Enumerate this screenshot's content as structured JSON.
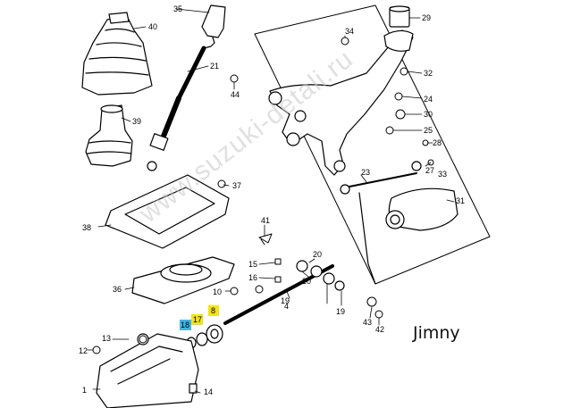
{
  "diagram": {
    "parts": [
      {
        "ref": "1"
      },
      {
        "ref": "4"
      },
      {
        "ref": "8"
      },
      {
        "ref": "10"
      },
      {
        "ref": "12"
      },
      {
        "ref": "13"
      },
      {
        "ref": "14"
      },
      {
        "ref": "15"
      },
      {
        "ref": "16"
      },
      {
        "ref": "17"
      },
      {
        "ref": "18"
      },
      {
        "ref": "19"
      },
      {
        "ref": "20"
      },
      {
        "ref": "21"
      },
      {
        "ref": "23"
      },
      {
        "ref": "24"
      },
      {
        "ref": "25"
      },
      {
        "ref": "27"
      },
      {
        "ref": "28"
      },
      {
        "ref": "29"
      },
      {
        "ref": "30"
      },
      {
        "ref": "31"
      },
      {
        "ref": "32"
      },
      {
        "ref": "33"
      },
      {
        "ref": "34"
      },
      {
        "ref": "35"
      },
      {
        "ref": "36"
      },
      {
        "ref": "37"
      },
      {
        "ref": "38"
      },
      {
        "ref": "39"
      },
      {
        "ref": "40"
      },
      {
        "ref": "41"
      },
      {
        "ref": "42"
      },
      {
        "ref": "43"
      },
      {
        "ref": "44"
      }
    ],
    "highlights": [
      {
        "ref": "18",
        "color": "#3fb6e8"
      },
      {
        "ref": "17",
        "color": "#f2e21a"
      },
      {
        "ref": "8",
        "color": "#f2e21a"
      }
    ]
  },
  "model_label": "Jimny",
  "watermark": "www.suzuki-detali.ru"
}
